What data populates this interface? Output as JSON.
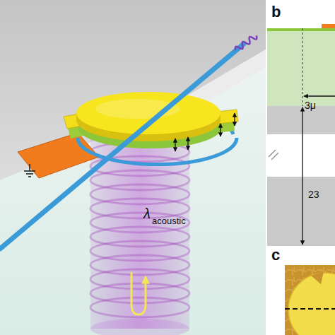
{
  "diagram": {
    "labels": [
      "b",
      "3μ",
      "23",
      "c",
      "λ",
      "acoustic"
    ]
  }
}
